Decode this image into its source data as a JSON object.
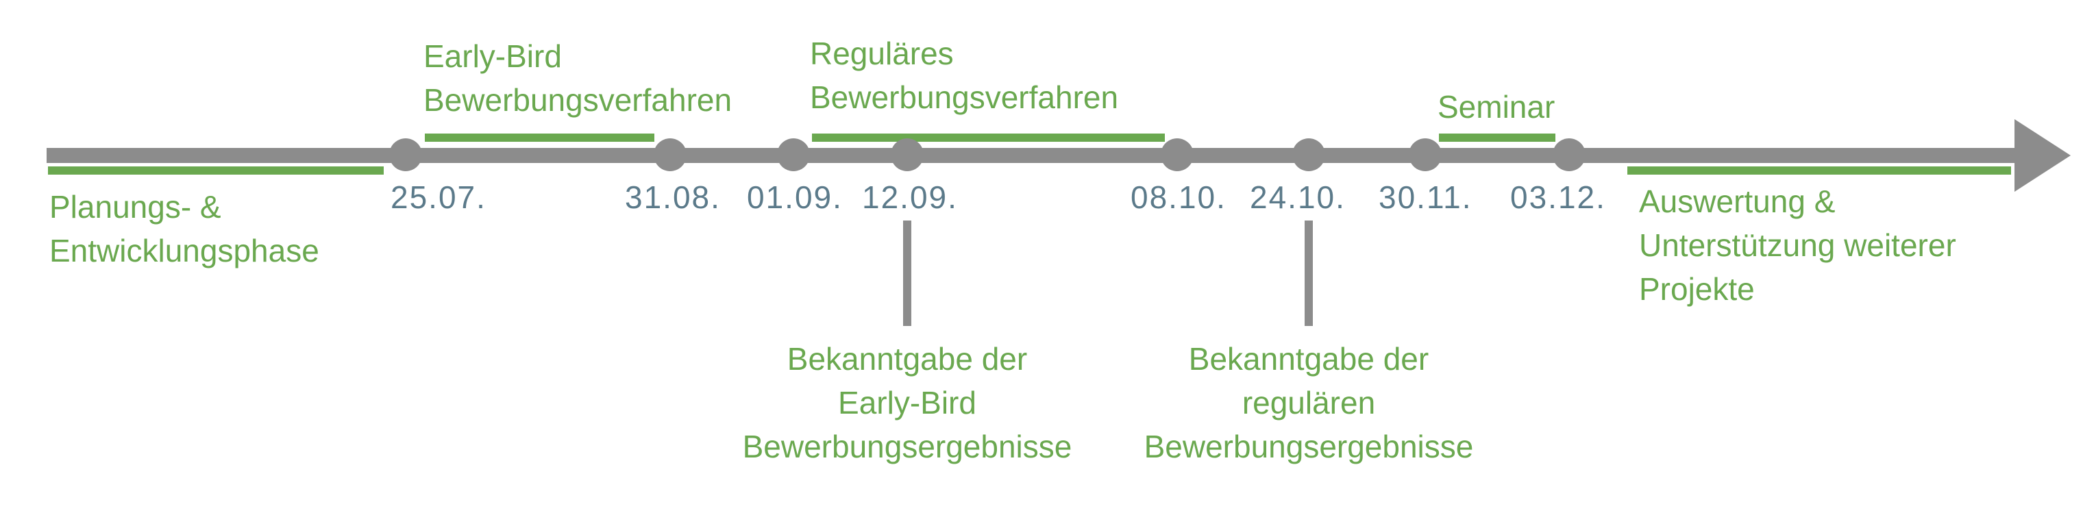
{
  "colors": {
    "axis": "#8c8c8c",
    "phase_bar": "#6aa84f",
    "label_text": "#6aa84f",
    "date_text": "#5b7a8a"
  },
  "dates": [
    "25.07.",
    "31.08.",
    "01.09.",
    "12.09.",
    "08.10.",
    "24.10.",
    "30.11.",
    "03.12."
  ],
  "phases": {
    "planning": [
      "Planungs- &",
      "Entwicklungsphase"
    ],
    "early_bird": [
      "Early-Bird",
      "Bewerbungsverfahren"
    ],
    "regular": [
      "Reguläres",
      "Bewerbungsverfahren"
    ],
    "seminar": [
      "Seminar"
    ],
    "evaluation": [
      "Auswertung &",
      "Unterstützung weiterer",
      "Projekte"
    ]
  },
  "announcements": {
    "early_bird_results": [
      "Bekanntgabe der",
      "Early-Bird",
      "Bewerbungsergebnisse"
    ],
    "regular_results": [
      "Bekanntgabe der",
      "regulären",
      "Bewerbungsergebnisse"
    ]
  }
}
